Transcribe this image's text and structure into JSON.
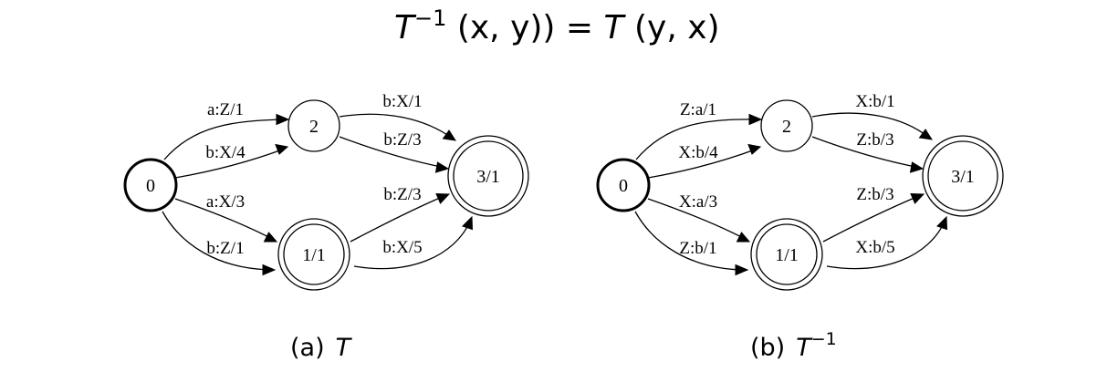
{
  "title": {
    "lhs_T": "T",
    "lhs_sup": "−1",
    "lhs_args": " (x, y))",
    "eq": " = ",
    "rhs_T": "T",
    "rhs_args": " (y, x)"
  },
  "diagrams": [
    {
      "caption_prefix": "(a)",
      "caption_T": "T",
      "caption_sup": "",
      "nodes": [
        {
          "id": "0",
          "label": "0"
        },
        {
          "id": "1",
          "label": "1/1"
        },
        {
          "id": "2",
          "label": "2"
        },
        {
          "id": "3",
          "label": "3/1"
        }
      ],
      "edges": [
        {
          "from": "0",
          "to": "2",
          "label": "a:Z/1"
        },
        {
          "from": "0",
          "to": "2",
          "label": "b:X/4"
        },
        {
          "from": "0",
          "to": "1",
          "label": "a:X/3"
        },
        {
          "from": "0",
          "to": "1",
          "label": "b:Z/1"
        },
        {
          "from": "2",
          "to": "3",
          "label": "b:X/1"
        },
        {
          "from": "2",
          "to": "3",
          "label": "b:Z/3"
        },
        {
          "from": "1",
          "to": "3",
          "label": "b:Z/3"
        },
        {
          "from": "1",
          "to": "3",
          "label": "b:X/5"
        }
      ]
    },
    {
      "caption_prefix": "(b)",
      "caption_T": "T",
      "caption_sup": "−1",
      "nodes": [
        {
          "id": "0",
          "label": "0"
        },
        {
          "id": "1",
          "label": "1/1"
        },
        {
          "id": "2",
          "label": "2"
        },
        {
          "id": "3",
          "label": "3/1"
        }
      ],
      "edges": [
        {
          "from": "0",
          "to": "2",
          "label": "Z:a/1"
        },
        {
          "from": "0",
          "to": "2",
          "label": "X:b/4"
        },
        {
          "from": "0",
          "to": "1",
          "label": "X:a/3"
        },
        {
          "from": "0",
          "to": "1",
          "label": "Z:b/1"
        },
        {
          "from": "2",
          "to": "3",
          "label": "X:b/1"
        },
        {
          "from": "2",
          "to": "3",
          "label": "Z:b/3"
        },
        {
          "from": "1",
          "to": "3",
          "label": "Z:b/3"
        },
        {
          "from": "1",
          "to": "3",
          "label": "X:b/5"
        }
      ]
    }
  ]
}
